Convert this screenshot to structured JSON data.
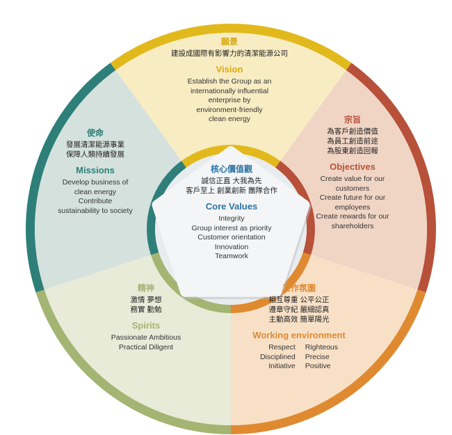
{
  "colors": {
    "vision": {
      "ring": "#e2b91c",
      "fill": "#f8ecc3",
      "title": "#d9aa10"
    },
    "objectives": {
      "ring": "#b8513a",
      "fill": "#f0d5c5",
      "title": "#b8513a"
    },
    "working": {
      "ring": "#df8a30",
      "fill": "#f7e0c6",
      "title": "#df8a30"
    },
    "spirits": {
      "ring": "#a4b472",
      "fill": "#e8ebd8",
      "title": "#a4b472"
    },
    "missions": {
      "ring": "#2e7f79",
      "fill": "#d5e1dd",
      "title": "#2e7f79"
    },
    "core": {
      "fill": "#f4f5f6",
      "title": "#2a74a6"
    }
  },
  "vision": {
    "zh_title": "願景",
    "zh_lines": [
      "建設成國際有影響力的清潔能源公司"
    ],
    "en_title": "Vision",
    "en_lines": [
      "Establish the Group as an",
      "internationally influential",
      "enterprise by",
      "environment-friendly",
      "clean energy"
    ]
  },
  "objectives": {
    "zh_title": "宗旨",
    "zh_lines": [
      "為客戶創造價值",
      "為員工創造前途",
      "為股東創造回報"
    ],
    "en_title": "Objectives",
    "en_lines": [
      "Create value for our",
      "customers",
      "Create future for our",
      "employees",
      "Create rewards for our",
      "shareholders"
    ]
  },
  "missions": {
    "zh_title": "使命",
    "zh_lines": [
      "發展清潔能源事業",
      "保障人類持續發展"
    ],
    "en_title": "Missions",
    "en_lines": [
      "Develop business of",
      "clean energy",
      "Contribute",
      "sustainability to society"
    ]
  },
  "core": {
    "zh_title": "核心價值觀",
    "zh_lines": [
      "誠信正直  大我為先",
      "客戶至上  創業創新  團隊合作"
    ],
    "en_title": "Core Values",
    "en_lines": [
      "Integrity",
      "Group interest as priority",
      "Customer orientation",
      "Innovation",
      "Teamwork"
    ]
  },
  "spirits": {
    "zh_title": "精神",
    "zh_lines": [
      "激情  夢想",
      "務實  勤勉"
    ],
    "en_title": "Spirits",
    "en_lines": [
      "Passionate  Ambitious",
      "Practical  Diligent"
    ]
  },
  "working": {
    "zh_title": "工作氛圍",
    "zh_lines": [
      "相互尊重  公平公正",
      "遵章守紀  嚴細認真",
      "主動高效  簡單陽光"
    ],
    "en_title": "Working environment",
    "en_grid": [
      "Respect",
      "Righteous",
      "Disciplined",
      "Precise",
      "Initiative",
      "Positive"
    ]
  }
}
